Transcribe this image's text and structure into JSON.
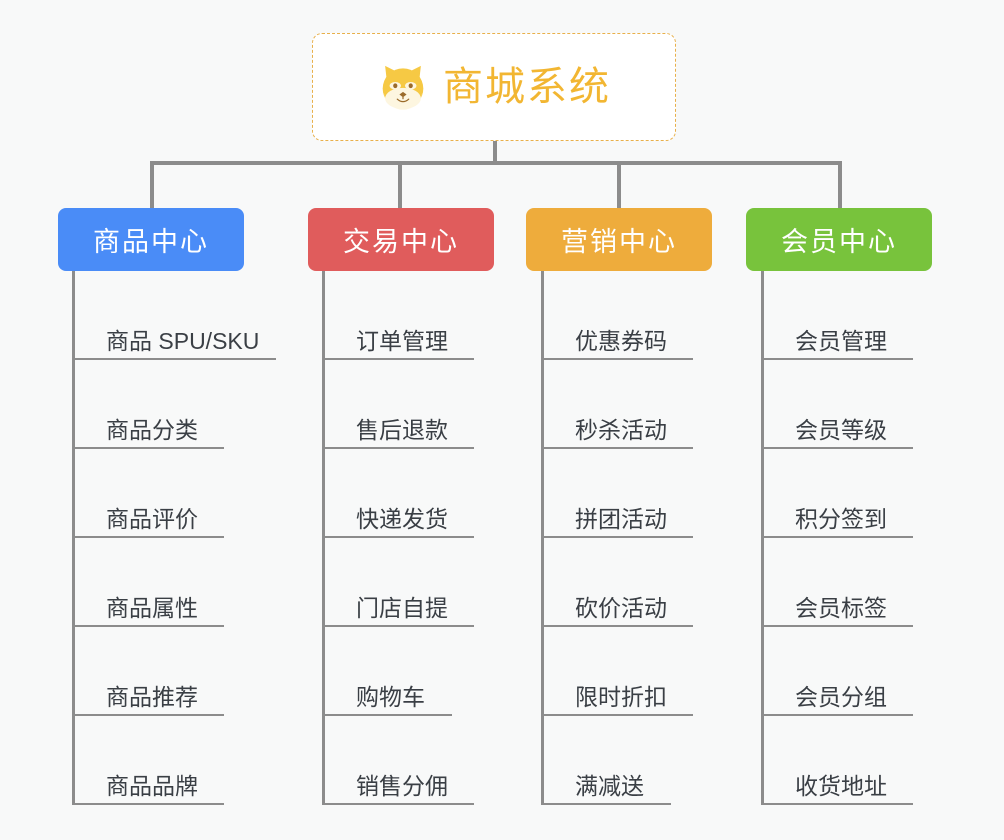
{
  "diagram": {
    "type": "mindmap-org-chart",
    "background_color": "#f8f9f9",
    "line_color": "#8c8c8c",
    "root": {
      "title": "商城系统",
      "icon": "shiba-inu-logo",
      "text_color": "#f2b632",
      "border_color": "#e8b04b",
      "fill_color": "#ffffff"
    },
    "branches": [
      {
        "label": "商品中心",
        "color": "#4a8cf7",
        "items": [
          "商品 SPU/SKU",
          "商品分类",
          "商品评价",
          "商品属性",
          "商品推荐",
          "商品品牌"
        ]
      },
      {
        "label": "交易中心",
        "color": "#e05c5c",
        "items": [
          "订单管理",
          "售后退款",
          "快递发货",
          "门店自提",
          "购物车",
          "销售分佣"
        ]
      },
      {
        "label": "营销中心",
        "color": "#eeac3c",
        "items": [
          "优惠券码",
          "秒杀活动",
          "拼团活动",
          "砍价活动",
          "限时折扣",
          "满减送"
        ]
      },
      {
        "label": "会员中心",
        "color": "#78c33c",
        "items": [
          "会员管理",
          "会员等级",
          "积分签到",
          "会员标签",
          "会员分组",
          "收货地址"
        ]
      }
    ]
  }
}
